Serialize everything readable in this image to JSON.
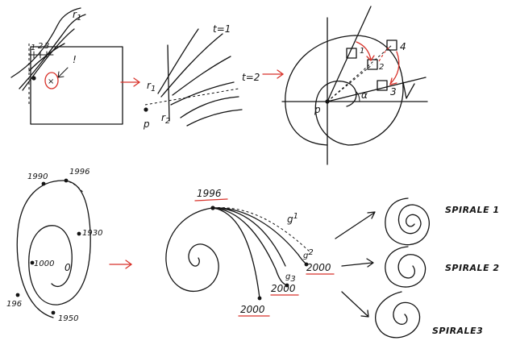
{
  "panel_1": {
    "ticks": [
      "1",
      "2",
      "3"
    ],
    "r1": "r",
    "r1_sub": "1",
    "exclaim": "!",
    "target": "×"
  },
  "panel_2": {
    "r1": "r",
    "r1_sub": "1",
    "r2": "r",
    "r2_sub": "2",
    "p": "p",
    "t1": "t=1",
    "t2": "t=2"
  },
  "panel_3": {
    "p": "p",
    "alpha": "α",
    "boxes": [
      "1",
      "2",
      "4",
      "3"
    ]
  },
  "panel_4": {
    "years": [
      "1990",
      "1996",
      "1930",
      "1000",
      "1950",
      "196"
    ],
    "zero": "0"
  },
  "panel_5": {
    "year_1996": "1996",
    "g1": "g",
    "g1_sub": "1",
    "g2": "g",
    "g2_sub": "2",
    "g3": "g",
    "g3_sub": "3",
    "year_2000_a": "2000",
    "year_2000_b": "2000",
    "year_2000_c": "2000"
  },
  "spirals": [
    "SPIRALE 1",
    "SPIRALE 2",
    "SPIRALE3"
  ]
}
